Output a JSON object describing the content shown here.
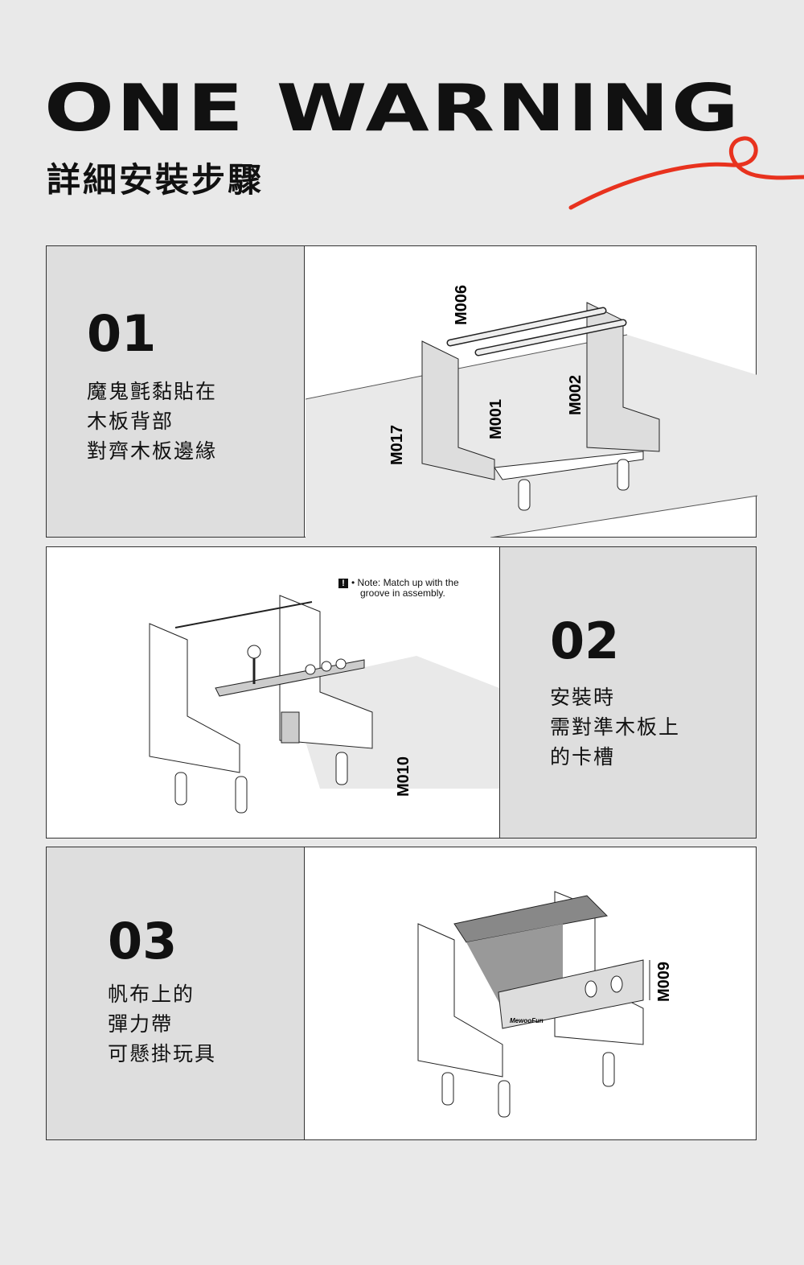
{
  "header": {
    "title": "ONE WARNING",
    "subtitle": "詳細安裝步驟",
    "accent": "#e8321e"
  },
  "steps": [
    {
      "number": "01",
      "lines": [
        "魔鬼氈黏貼在",
        "木板背部",
        "對齊木板邊緣"
      ],
      "parts": [
        "M006",
        "M001",
        "M002",
        "M017"
      ]
    },
    {
      "number": "02",
      "lines": [
        "安裝時",
        "需對準木板上",
        "的卡槽"
      ],
      "parts": [
        "M010"
      ],
      "note": [
        "Note: Match up with the",
        "groove in assembly."
      ],
      "note_icon": "!"
    },
    {
      "number": "03",
      "lines": [
        "帆布上的",
        "彈力帶",
        "可懸掛玩具"
      ],
      "parts": [
        "M009"
      ],
      "brand": "MewooFun"
    }
  ]
}
